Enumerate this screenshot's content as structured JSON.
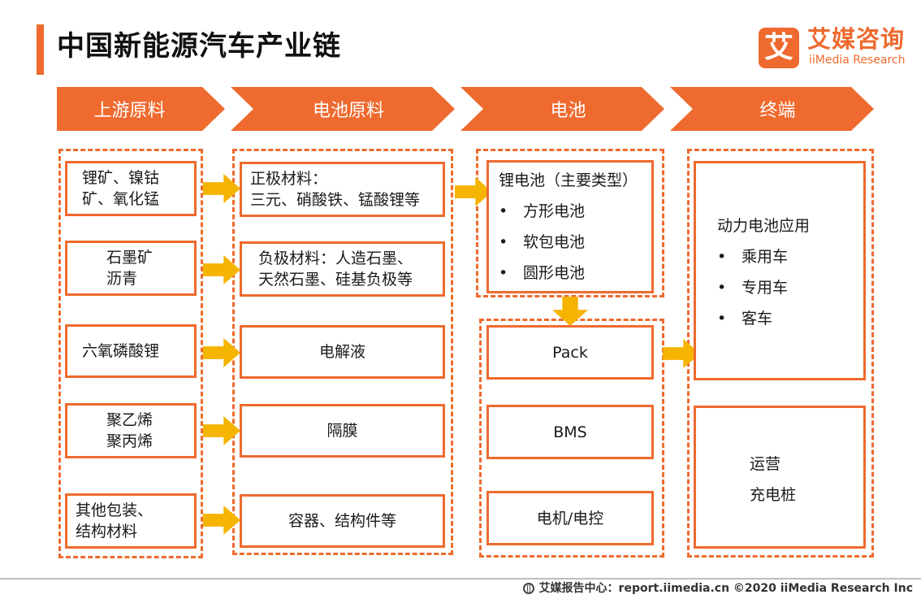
{
  "header": {
    "title": "中国新能源汽车产业链"
  },
  "logo": {
    "mark": "艾",
    "name_cn": "艾媒咨询",
    "name_en": "iiMedia Research",
    "brand_color": "#ef6a2e"
  },
  "stages": [
    "上游原料",
    "电池原料",
    "电池",
    "终端"
  ],
  "upstream": [
    [
      "锂矿、镍钴",
      "矿、氧化锰"
    ],
    [
      "石墨矿",
      "沥青"
    ],
    [
      "六氧磷酸锂"
    ],
    [
      "聚乙烯",
      "聚丙烯"
    ],
    [
      "其他包装、",
      "结构材料"
    ]
  ],
  "battery_materials": [
    [
      "正极材料：",
      "三元、硝酸铁、锰酸锂等"
    ],
    [
      "负极材料：人造石墨、",
      "天然石墨、硅基负极等"
    ],
    [
      "电解液"
    ],
    [
      "隔膜"
    ],
    [
      "容器、结构件等"
    ]
  ],
  "battery": {
    "lithium": {
      "title": "锂电池（主要类型）",
      "items": [
        "方形电池",
        "软包电池",
        "圆形电池"
      ]
    },
    "components": [
      "Pack",
      "BMS",
      "电机/电控"
    ]
  },
  "terminal": {
    "power": {
      "title": "动力电池应用",
      "items": [
        "乘用车",
        "专用车",
        "客车"
      ]
    },
    "operation": [
      "运营",
      "充电桩"
    ]
  },
  "footer": {
    "text": "艾媒报告中心：report.iimedia.cn  ©2020  iiMedia Research  Inc"
  },
  "colors": {
    "accent": "#ef6a2e",
    "arrow": "#f5b400"
  }
}
